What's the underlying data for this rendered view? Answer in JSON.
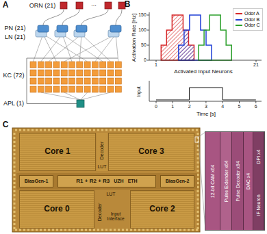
{
  "diagram": {
    "nodes": [
      {
        "text": [
          "Core 1"
        ]
      },
      {
        "text": [
          "Core 3"
        ]
      },
      {
        "text": [
          "BiasGen-1"
        ]
      },
      {
        "text": [
          "R1 + R2 + R3",
          "UZH",
          "ETH"
        ]
      },
      {
        "text": [
          "BiasGen-2"
        ]
      },
      {
        "text": [
          "Core 0"
        ]
      },
      {
        "text": [
          "Core 2"
        ]
      },
      {
        "text": [
          "12-bit CAM x64"
        ]
      },
      {
        "text": [
          "Pulse Extender x64"
        ]
      },
      {
        "text": [
          "Pulse Decoder x64"
        ]
      },
      {
        "text": [
          "DAC x4"
        ]
      },
      {
        "text": [
          "DPI x4",
          "IF Neuron"
        ]
      }
    ],
    "labels": [
      "A",
      "ORN (21)",
      "...",
      "PN (21)",
      "LN (21)",
      "KC (72)",
      "APL (1)",
      "B",
      "Activation Rate [Hz]",
      "0",
      "50",
      "100",
      "150",
      "1",
      "21",
      "Activated Input Neurons",
      "Input",
      "0",
      "1",
      "2",
      "3",
      "4",
      "5",
      "6",
      "Time [s]",
      "C",
      "Decoder",
      "LUT",
      "LUT",
      "Decoder",
      "Input Interface"
    ],
    "legend": [
      {
        "text": "Odor A",
        "color": "#d62728"
      },
      {
        "text": "Odor B",
        "color": "#1f3fd6"
      },
      {
        "text": "Odor C",
        "color": "#2ca02c"
      }
    ]
  }
}
